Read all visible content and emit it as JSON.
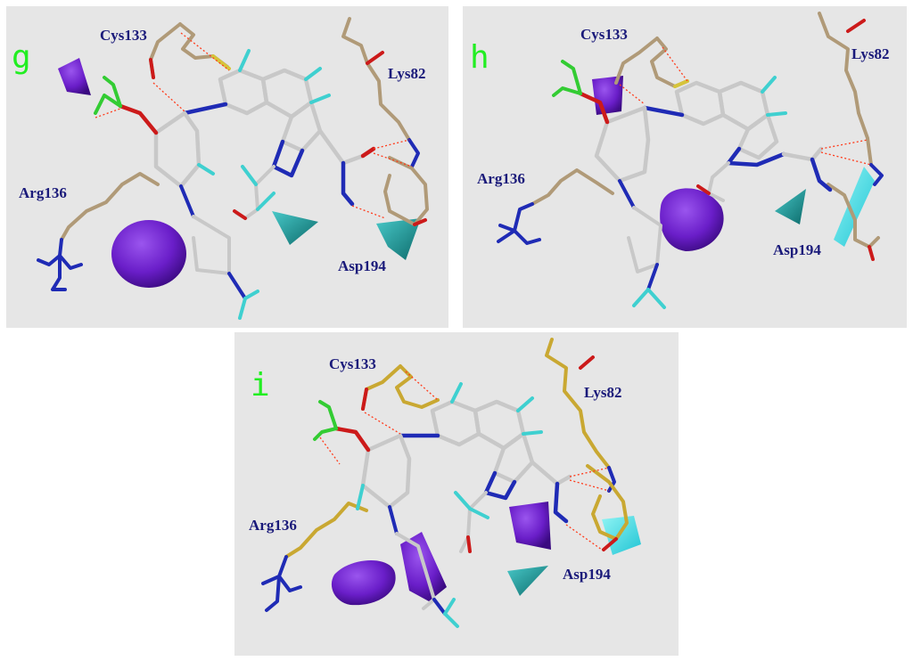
{
  "colors": {
    "panel_bg": "#e6e6e6",
    "panel_label": "#22ee22",
    "residue_label": "#1a1a7a",
    "ligand_carbon": "#c8c8c8",
    "residue_carbon_g_h": "#b09a78",
    "residue_carbon_i": "#c9a832",
    "nitrogen": "#1f2bb5",
    "oxygen": "#cc1a1a",
    "hydrogen": "#3fd0d0",
    "chlorine": "#33cc33",
    "hbond": "#ff3a1a",
    "contour_purple": "#6a1ec9",
    "contour_cyan": "#2aa5a5"
  },
  "panels": [
    {
      "label": "g",
      "residues": {
        "cys": "Cys133",
        "lys": "Lys82",
        "arg": "Arg136",
        "asp": "Asp194"
      }
    },
    {
      "label": "h",
      "residues": {
        "cys": "Cys133",
        "lys": "Lys82",
        "arg": "Arg136",
        "asp": "Asp194"
      }
    },
    {
      "label": "i",
      "residues": {
        "cys": "Cys133",
        "lys": "Lys82",
        "arg": "Arg136",
        "asp": "Asp194"
      }
    }
  ]
}
